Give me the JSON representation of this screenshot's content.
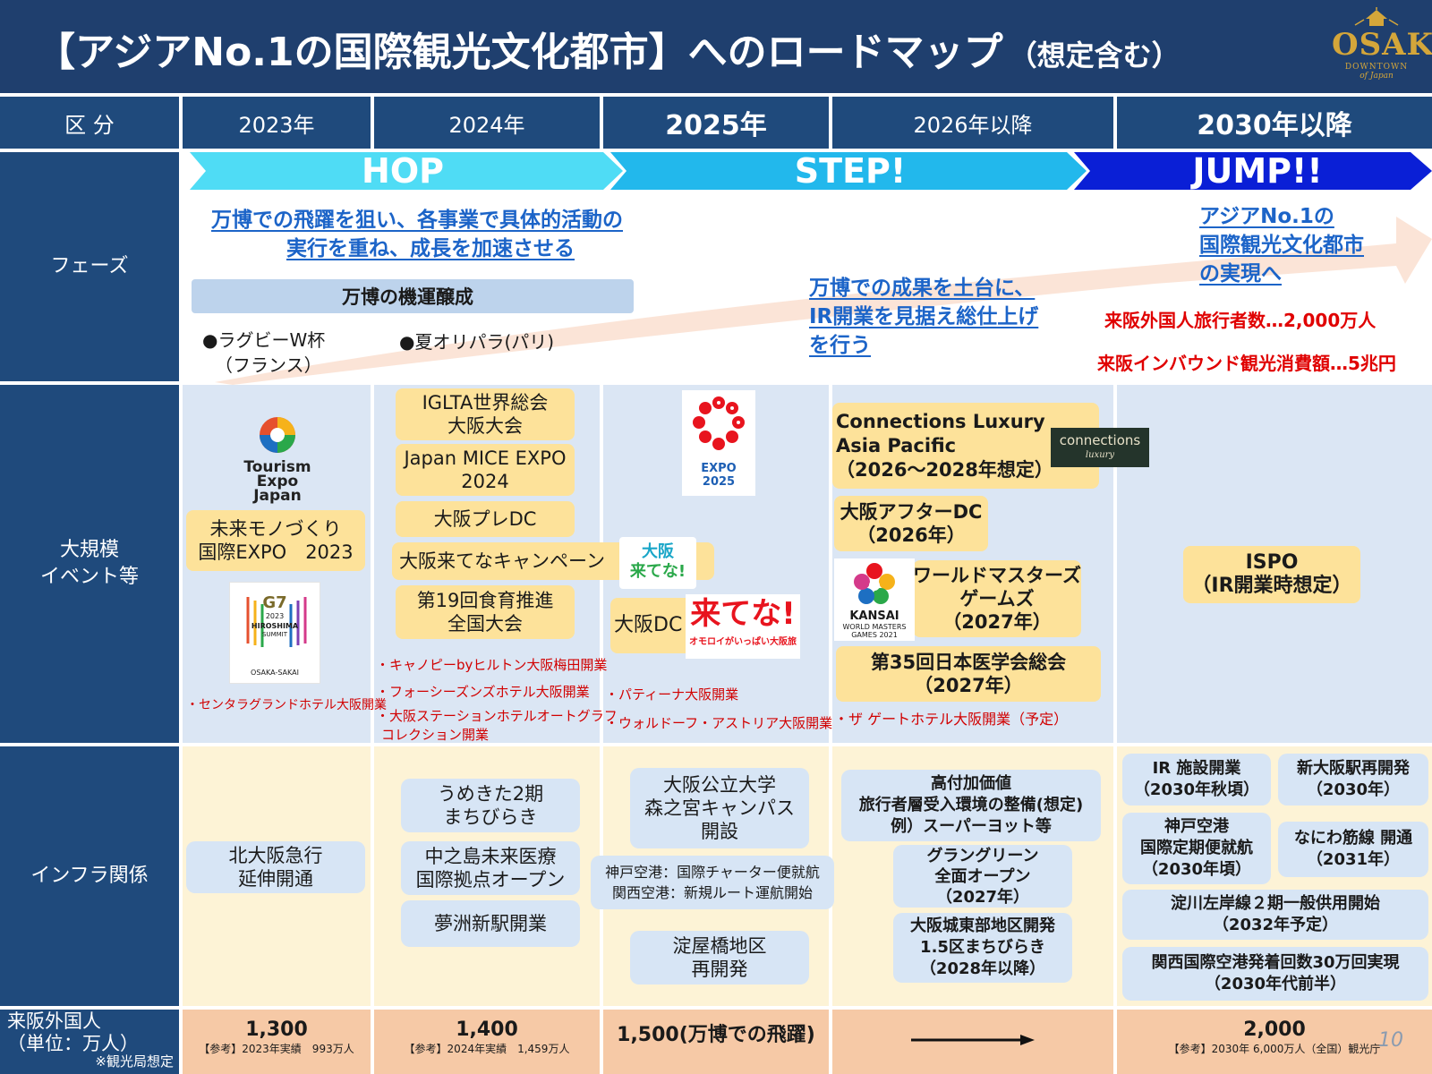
{
  "title": {
    "main": "【アジアNo.1の国際観光文化都市】へのロードマップ",
    "sub": "（想定含む）"
  },
  "logo": {
    "word": "OSAKA",
    "line2": "DOWNTOWN",
    "line3": "of Japan"
  },
  "header": {
    "category": "区 分",
    "years": [
      "2023年",
      "2024年",
      "2025年",
      "2026年以降",
      "2030年以降"
    ]
  },
  "rows": {
    "phase": "フェーズ",
    "events": "大規模\nイベント等",
    "infra": "インフラ関係",
    "visitors": "来阪外国人\n（単位：万人）",
    "visitors_note": "※観光局想定"
  },
  "phase": {
    "hop": "HOP",
    "step": "STEP!",
    "jump": "JUMP!!",
    "hop_text1": "万博での飛躍を狙い、各事業で具体的活動の",
    "hop_text2": "実行を重ね、成長を加速させる",
    "momentum": "万博の機運醸成",
    "rugby1": "●ラグビーW杯",
    "rugby2": "（フランス）",
    "paris": "●夏オリパラ(パリ)",
    "step_text1": "万博での成果を土台に、",
    "step_text2": "IR開業を見据え総仕上げ",
    "step_text3": "を行う",
    "jump_text1": "アジアNo.1の",
    "jump_text2": "国際観光文化都市",
    "jump_text3": "の実現へ",
    "target1": "来阪外国人旅行者数…2,000万人",
    "target2": "来阪インバウンド観光消費額…5兆円"
  },
  "events": {
    "tej1": "Tourism",
    "tej2": "Expo",
    "tej3": "Japan",
    "mirai1": "未来モノづくり",
    "mirai2": "国際EXPO　2023",
    "g7a": "G7",
    "g7b": "2023",
    "g7c": "HIROSHIMA",
    "g7d": "SUMMIT",
    "g7e": "OSAKA-SAKAI",
    "note2023": "・センタラグランドホテル大阪開業",
    "iglta1": "IGLTA世界総会",
    "iglta2": "大阪大会",
    "mice1": "Japan MICE EXPO",
    "mice2": "2024",
    "pre_dc": "大阪プレDC",
    "kitena_campaign": "大阪来てなキャンペーン",
    "kitena_logo1": "大阪",
    "kitena_logo2": "来てな!",
    "shokuiku1": "第19回食育推進",
    "shokuiku2": "全国大会",
    "notes2024": [
      "・キャノピーbyヒルトン大阪梅田開業",
      "・フォーシーズンズホテル大阪開業",
      "・大阪ステーションホテルオートグラフ",
      "コレクション開業"
    ],
    "expo1": "EXPO",
    "expo2": "2025",
    "osaka_dc": "大阪DC",
    "kitena_big": "来てな!",
    "kitena_sub": "オモロイがいっぱい大阪旅",
    "notes2025": [
      "・パティーナ大阪開業",
      "・ウォルドーフ・アストリア大阪開業"
    ],
    "conn1": "Connections Luxury",
    "conn2": "Asia Pacific",
    "conn3": "（2026～2028年想定）",
    "conn_logo1": "connections",
    "conn_logo2": "luxury",
    "after_dc1": "大阪アフターDC",
    "after_dc2": "（2026年）",
    "wmg1": "ワールドマスターズ",
    "wmg2": "ゲームズ",
    "wmg3": "（2027年）",
    "kansai1": "KANSAI",
    "kansai2": "WORLD MASTERS",
    "kansai3": "GAMES 2021",
    "igakkai1": "第35回日本医学会総会",
    "igakkai2": "（2027年）",
    "note2026": "・ザ ゲートホテル大阪開業（予定）",
    "ispo1": "ISPO",
    "ispo2": "（IR開業時想定）"
  },
  "infra": {
    "kitakyu1": "北大阪急行",
    "kitakyu2": "延伸開通",
    "umekita1": "うめきた2期",
    "umekita2": "まちびらき",
    "nakanoshima1": "中之島未来医療",
    "nakanoshima2": "国際拠点オープン",
    "yumeshima": "夢洲新駅開業",
    "univ1": "大阪公立大学",
    "univ2": "森之宮キャンパス",
    "univ3": "開設",
    "airport1": "神戸空港：国際チャーター便就航",
    "airport2": "関西空港：新規ルート運航開始",
    "yodoyabashi1": "淀屋橋地区",
    "yodoyabashi2": "再開発",
    "highval1": "高付加価値",
    "highval2": "旅行者層受入環境の整備(想定)",
    "highval3": "例）スーパーヨット等",
    "grand1": "グラングリーン",
    "grand2": "全面オープン",
    "grand3": "（2027年）",
    "castle1": "大阪城東部地区開発",
    "castle2": "1.5区まちびらき",
    "castle3": "（2028年以降）",
    "ir1": "IR 施設開業",
    "ir2": "（2030年秋頃）",
    "shinosaka1": "新大阪駅再開発",
    "shinosaka2": "（2030年）",
    "kobe1": "神戸空港",
    "kobe2": "国際定期便就航",
    "kobe3": "（2030年頃）",
    "naniwa1": "なにわ筋線 開通",
    "naniwa2": "（2031年）",
    "yodogawa1": "淀川左岸線２期一般供用開始",
    "yodogawa2": "（2032年予定）",
    "kix1": "関西国際空港発着回数30万回実現",
    "kix2": "（2030年代前半）"
  },
  "visitors": {
    "v2023": "1,300",
    "r2023": "【参考】2023年実績　993万人",
    "v2024": "1,400",
    "r2024": "【参考】2024年実績　1,459万人",
    "v2025": "1,500(万博での飛躍)",
    "v2030": "2,000",
    "r2030": "【参考】2030年 6,000万人（全国）観光庁"
  },
  "page_number": "10",
  "colors": {
    "navy": "#1f3f6e",
    "header_blue": "#1f4a7c",
    "hop": "#4fdcf5",
    "step": "#22b8ec",
    "jump": "#0a1fd6",
    "yellow_box": "#fde29a",
    "blue_box": "#d7e5f5",
    "red": "#e00000",
    "link_blue": "#1c64c8"
  }
}
